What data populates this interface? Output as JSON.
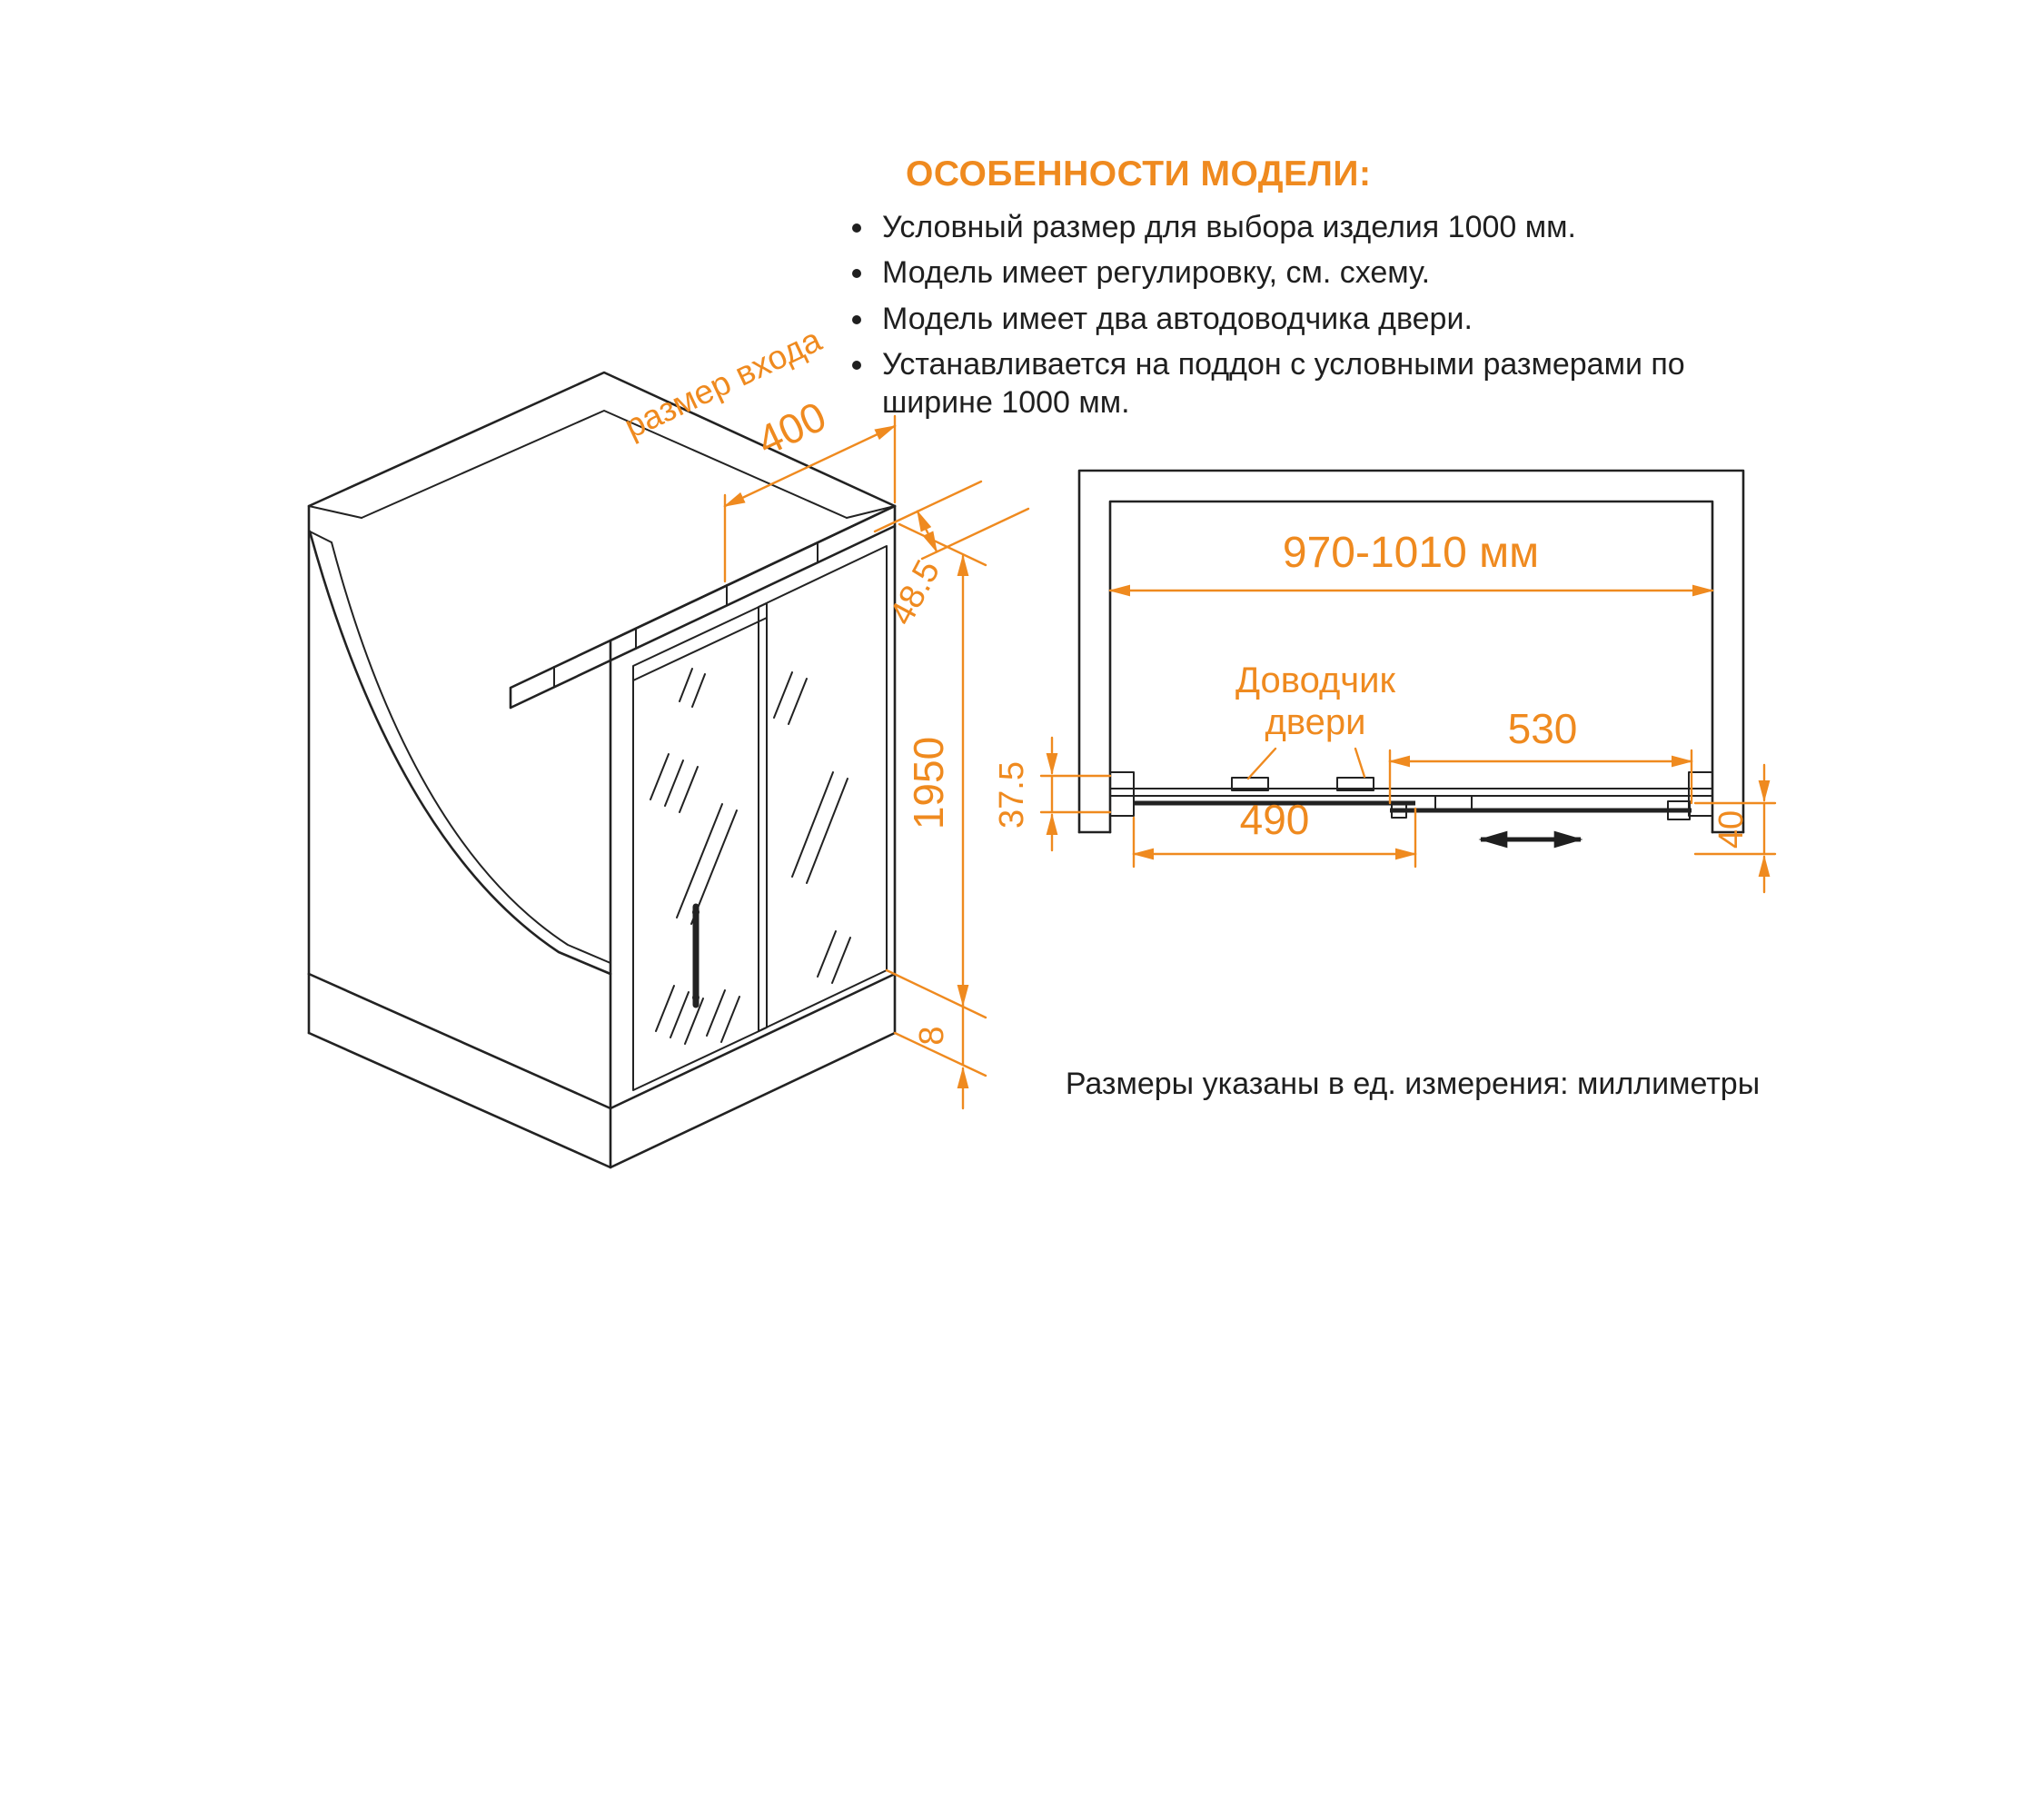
{
  "features": {
    "title": "ОСОБЕННОСТИ МОДЕЛИ:",
    "items": [
      "Условный размер для выбора изделия 1000 мм.",
      "Модель имеет регулировку, см. схему.",
      "Модель имеет два автодоводчика двери.",
      "Устанавливается на поддон с условными размерами по ширине 1000 мм."
    ]
  },
  "iso_view": {
    "entrance_label": "размер входа",
    "dim_entrance_width": "400",
    "dim_adjustment": "48.5",
    "dim_height": "1950",
    "dim_tray_lip": "8"
  },
  "plan_view": {
    "dim_width_range": "970-1010 мм",
    "closer_line1": "Доводчик",
    "closer_line2": "двери",
    "dim_door_panel": "530",
    "dim_profile_depth": "37.5",
    "dim_fixed_panel": "490",
    "dim_gap": "40"
  },
  "footer": {
    "note": "Размеры указаны в ед. измерения: миллиметры"
  },
  "colors": {
    "accent": "#EF8A1F",
    "line": "#222222"
  }
}
